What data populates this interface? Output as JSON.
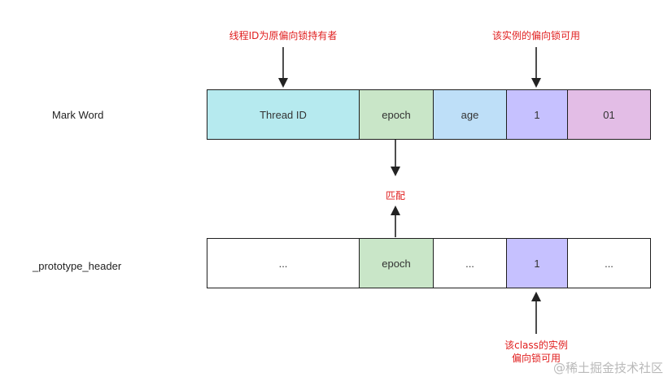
{
  "rows": {
    "mark_word": {
      "label": "Mark Word",
      "cells": [
        {
          "text": "Thread ID",
          "color": "#b6eaef"
        },
        {
          "text": "epoch",
          "color": "#c9e6c8"
        },
        {
          "text": "age",
          "color": "#bedff8"
        },
        {
          "text": "1",
          "color": "#c6c1ff"
        },
        {
          "text": "01",
          "color": "#e3bde6"
        }
      ]
    },
    "prototype_header": {
      "label": "_prototype_header",
      "cells": [
        {
          "text": "...",
          "color": "#ffffff"
        },
        {
          "text": "epoch",
          "color": "#c9e6c8"
        },
        {
          "text": "...",
          "color": "#ffffff"
        },
        {
          "text": "1",
          "color": "#c6c1ff"
        },
        {
          "text": "...",
          "color": "#ffffff"
        }
      ]
    }
  },
  "annotations": {
    "thread_id_note": "线程ID为原偏向锁持有者",
    "instance_biased_note": "该实例的偏向锁可用",
    "match_note": "匹配",
    "class_biased_note_line1": "该class的实例",
    "class_biased_note_line2": "偏向锁可用"
  },
  "watermark": "@稀土掘金技术社区",
  "colors": {
    "note_text": "#e01e1e",
    "border": "#1f1f1f",
    "arrow": "#222222"
  }
}
